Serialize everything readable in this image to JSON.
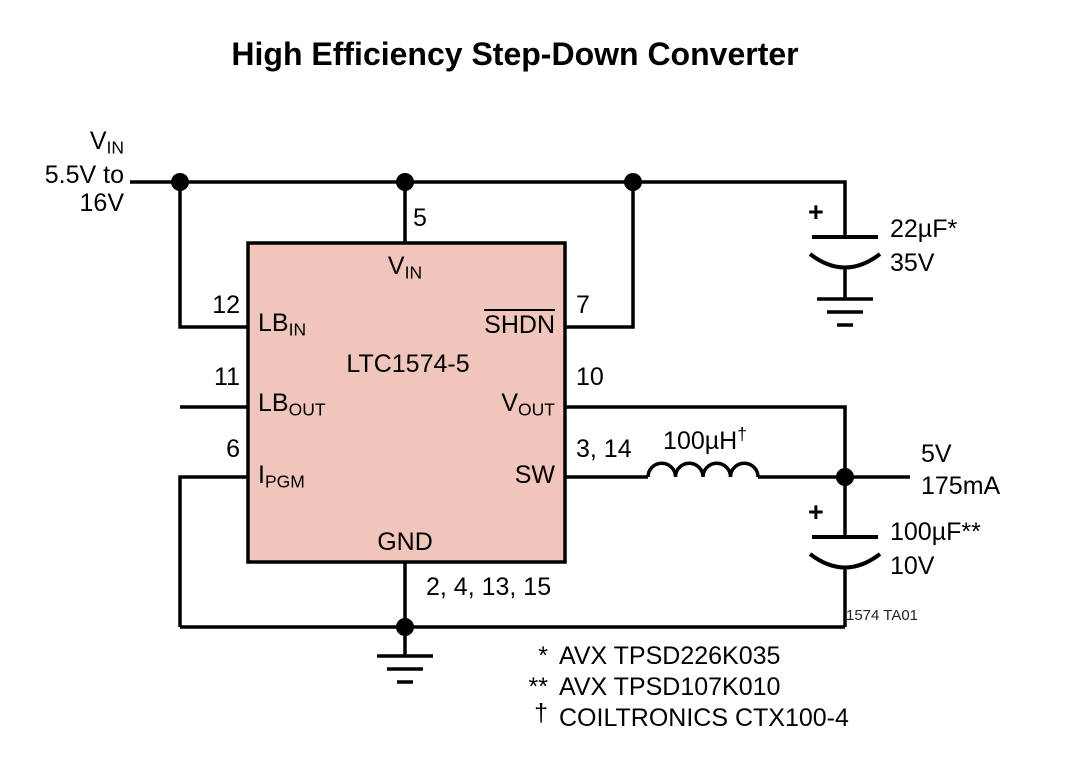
{
  "title": "High Efficiency Step-Down Converter",
  "input": {
    "name_main": "V",
    "name_sub": "IN",
    "range_line1": "5.5V to",
    "range_line2": "16V"
  },
  "ic": {
    "name": "LTC1574-5",
    "fill_color": "#f0c5bb",
    "pins": {
      "vin": {
        "num": "5",
        "main": "V",
        "sub": "IN"
      },
      "lbin": {
        "num": "12",
        "main": "LB",
        "sub": "IN"
      },
      "lbout": {
        "num": "11",
        "main": "LB",
        "sub": "OUT"
      },
      "ipgm": {
        "num": "6",
        "main": "I",
        "sub": "PGM"
      },
      "shdn": {
        "num": "7",
        "label": "SHDN"
      },
      "vout": {
        "num": "10",
        "main": "V",
        "sub": "OUT"
      },
      "sw": {
        "num": "3, 14",
        "label": "SW"
      },
      "gnd": {
        "num": "2, 4, 13, 15",
        "label": "GND"
      }
    }
  },
  "caps": {
    "input": {
      "plus": "+",
      "value": "22µF*",
      "voltage": "35V"
    },
    "output": {
      "plus": "+",
      "value": "100µF**",
      "voltage": "10V"
    }
  },
  "inductor": {
    "value": "100µH",
    "note_mark": "†"
  },
  "output": {
    "line1": "5V",
    "line2": "175mA"
  },
  "figure_id": "1574 TA01",
  "notes": [
    {
      "mark": "*",
      "text": "AVX TPSD226K035"
    },
    {
      "mark": "**",
      "text": "AVX TPSD107K010"
    },
    {
      "mark": "†",
      "text": "COILTRONICS CTX100-4"
    }
  ]
}
